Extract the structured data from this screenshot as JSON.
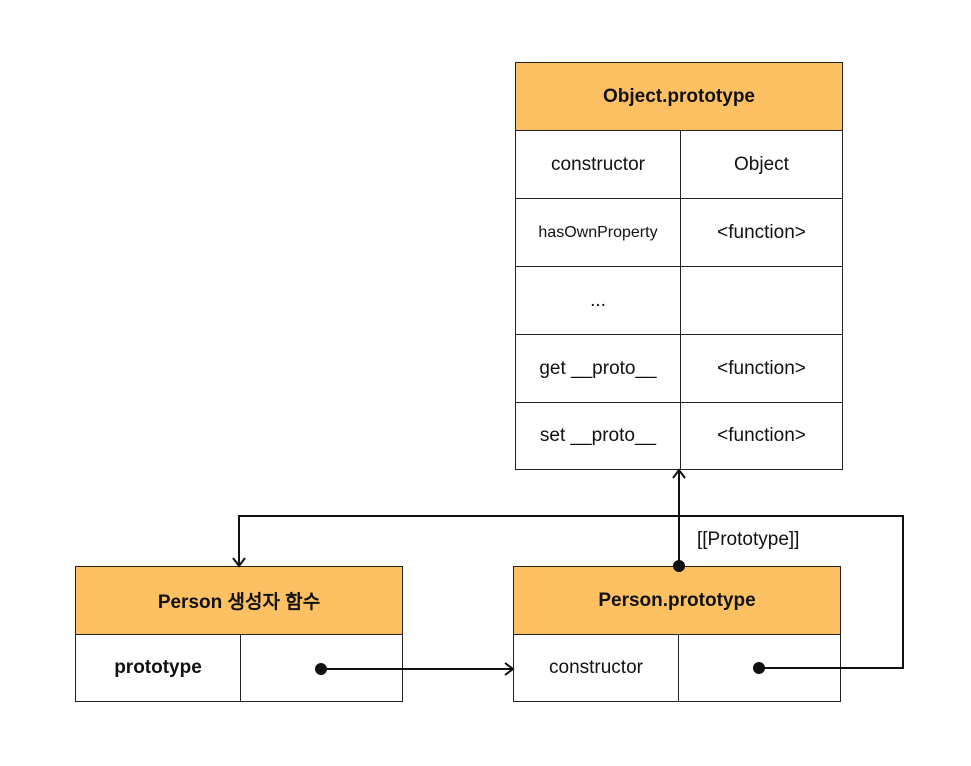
{
  "object_prototype": {
    "title": "Object.prototype",
    "rows": [
      {
        "key": "constructor",
        "value": "Object"
      },
      {
        "key": "hasOwnProperty",
        "value": "<function>"
      },
      {
        "key": "...",
        "value": ""
      },
      {
        "key": "get __proto__",
        "value": "<function>"
      },
      {
        "key": "set __proto__",
        "value": "<function>"
      }
    ]
  },
  "person_constructor": {
    "title": "Person 생성자 함수",
    "rows": [
      {
        "key": "prototype",
        "value": ""
      }
    ]
  },
  "person_prototype": {
    "title": "Person.prototype",
    "rows": [
      {
        "key": "constructor",
        "value": ""
      }
    ]
  },
  "link_label": "[[Prototype]]",
  "colors": {
    "header_fill": "#fdc163",
    "border": "#222222",
    "line": "#111111"
  }
}
